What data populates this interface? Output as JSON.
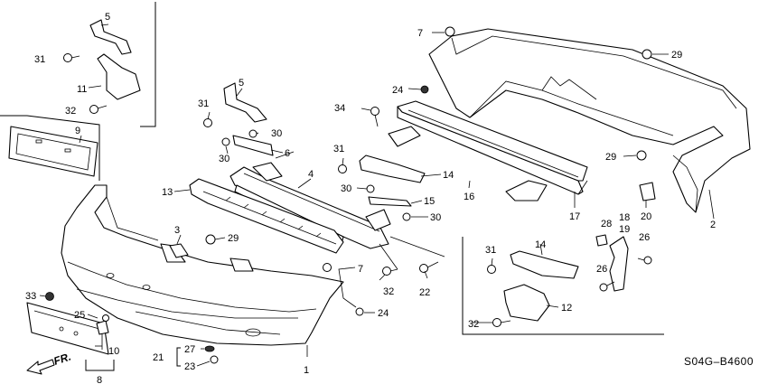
{
  "diagram": {
    "code": "S04G–B4600",
    "direction_label": "FR.",
    "callouts": [
      "1",
      "2",
      "3",
      "4",
      "5",
      "5",
      "6",
      "7",
      "7",
      "8",
      "9",
      "10",
      "11",
      "12",
      "13",
      "14",
      "14",
      "15",
      "16",
      "17",
      "18",
      "19",
      "20",
      "21",
      "22",
      "23",
      "24",
      "24",
      "25",
      "26",
      "26",
      "27",
      "28",
      "29",
      "29",
      "29",
      "30",
      "30",
      "30",
      "30",
      "31",
      "31",
      "31",
      "31",
      "32",
      "32",
      "32",
      "33",
      "34"
    ]
  }
}
